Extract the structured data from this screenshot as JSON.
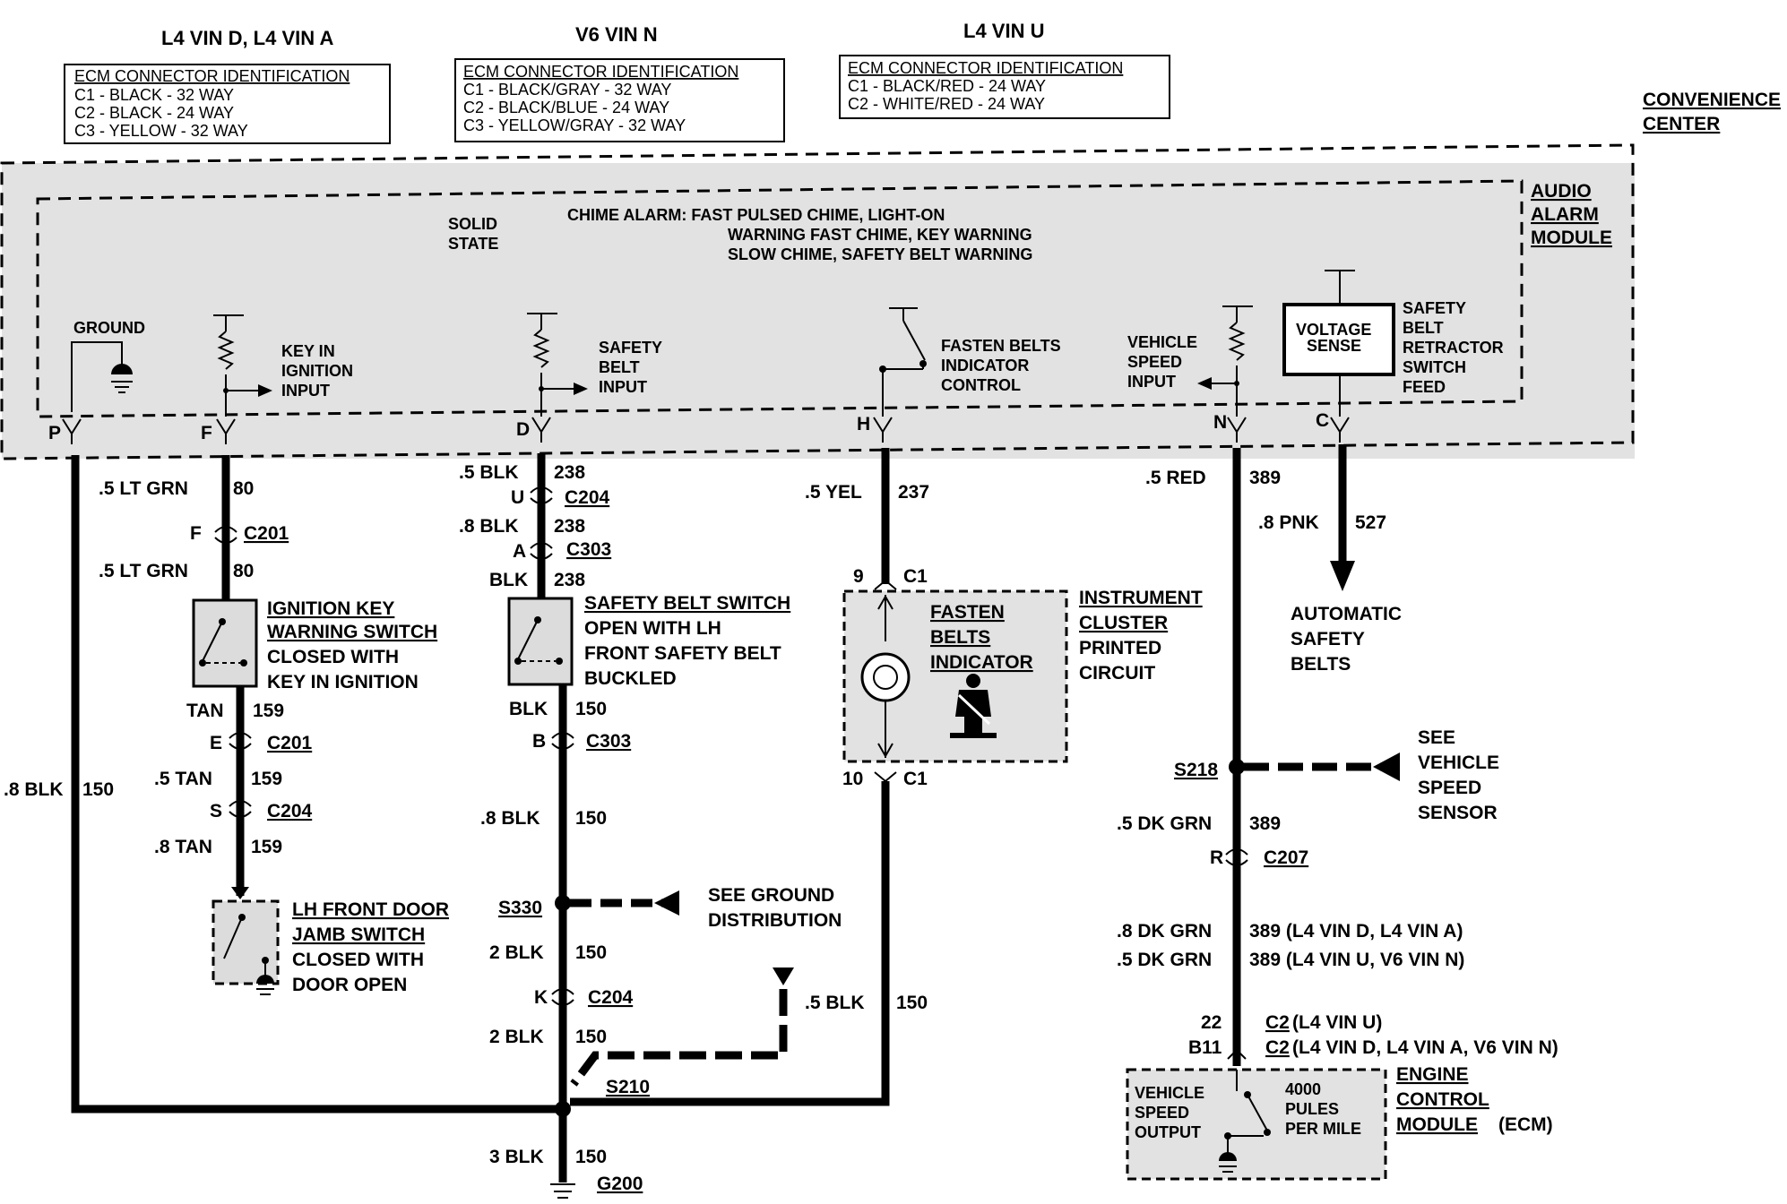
{
  "headers": {
    "l4_vin_d_a": "L4 VIN D, L4 VIN A",
    "v6_vin_n": "V6 VIN N",
    "l4_vin_u": "L4 VIN U"
  },
  "ecm_boxes": [
    {
      "title": "ECM CONNECTOR IDENTIFICATION",
      "lines": [
        "C1 - BLACK - 32 WAY",
        "C2 - BLACK - 24 WAY",
        "C3 - YELLOW - 32 WAY"
      ]
    },
    {
      "title": "ECM CONNECTOR IDENTIFICATION",
      "lines": [
        "C1 - BLACK/GRAY - 32 WAY",
        "C2 - BLACK/BLUE - 24 WAY",
        "C3 - YELLOW/GRAY - 32 WAY"
      ]
    },
    {
      "title": "ECM CONNECTOR IDENTIFICATION",
      "lines": [
        "C1 - BLACK/RED - 24 WAY",
        "C2 - WHITE/RED - 24 WAY"
      ]
    }
  ],
  "convenience_center": [
    "CONVENIENCE",
    "CENTER"
  ],
  "audio_alarm_module": [
    "AUDIO",
    "ALARM",
    "MODULE"
  ],
  "solid_state": [
    "SOLID",
    "STATE"
  ],
  "chime_alarm": [
    "CHIME ALARM:  FAST PULSED CHIME, LIGHT-ON",
    "WARNING FAST CHIME, KEY WARNING",
    "SLOW CHIME, SAFETY BELT WARNING"
  ],
  "module_labels": {
    "ground": "GROUND",
    "key_in_ignition": [
      "KEY IN",
      "IGNITION",
      "INPUT"
    ],
    "safety_belt_input": [
      "SAFETY",
      "BELT",
      "INPUT"
    ],
    "fasten_belts_control": [
      "FASTEN BELTS",
      "INDICATOR",
      "CONTROL"
    ],
    "vehicle_speed_input": [
      "VEHICLE",
      "SPEED",
      "INPUT"
    ],
    "voltage_sense": [
      "VOLTAGE",
      "SENSE"
    ],
    "retractor_feed": [
      "SAFETY",
      "BELT",
      "RETRACTOR",
      "SWITCH",
      "FEED"
    ]
  },
  "pins": {
    "p": "P",
    "f": "F",
    "d": "D",
    "h": "H",
    "n": "N",
    "c": "C"
  },
  "wires": {
    "w80a": ".5 LT GRN",
    "c80a": "80",
    "w80b": ".5 LT GRN",
    "c80b": "80",
    "w159a": "TAN",
    "c159a": "159",
    "w159b": ".5 TAN",
    "c159b": "159",
    "w159c": ".8 TAN",
    "c159c": "159",
    "w150p": ".8 BLK",
    "c150p": "150",
    "w238a": ".5 BLK",
    "c238a": "238",
    "w238b": ".8 BLK",
    "c238b": "238",
    "w238c": "BLK",
    "c238c": "238",
    "w150a": "BLK",
    "c150a": "150",
    "w150b": ".8 BLK",
    "c150b": "150",
    "w150c": "2 BLK",
    "c150c": "150",
    "w150d": "2 BLK",
    "c150d": "150",
    "w150e": "3 BLK",
    "c150e": "150",
    "w150h": ".5 BLK",
    "c150h": "150",
    "w237": ".5 YEL",
    "c237": "237",
    "w389a": ".5  RED",
    "c389a": "389",
    "w389b": ".5 DK GRN",
    "c389b": "389",
    "w389c": ".8 DK GRN",
    "c389c": "389 (L4 VIN D, L4 VIN A)",
    "w389d": ".5 DK GRN",
    "c389d": "389 (L4 VIN U, V6 VIN N)",
    "w527": ".8 PNK",
    "c527": "527"
  },
  "connectors": {
    "f_c201": {
      "pin": "F",
      "name": "C201"
    },
    "e_c201": {
      "pin": "E",
      "name": "C201"
    },
    "s_c204": {
      "pin": "S",
      "name": "C204"
    },
    "u_c204": {
      "pin": "U",
      "name": "C204"
    },
    "a_c303": {
      "pin": "A",
      "name": "C303"
    },
    "b_c303": {
      "pin": "B",
      "name": "C303"
    },
    "k_c204": {
      "pin": "K",
      "name": "C204"
    },
    "c1_top": {
      "pin": "9",
      "name": "C1"
    },
    "c1_bot": {
      "pin": "10",
      "name": "C1"
    },
    "r_c207": {
      "pin": "R",
      "name": "C207"
    },
    "c2_u": {
      "pin": "22",
      "name": "C2",
      "note": "(L4 VIN U)"
    },
    "c2_d": {
      "pin": "B11",
      "name": "C2",
      "note": "(L4 VIN D, L4 VIN A, V6 VIN N)"
    }
  },
  "components": {
    "ignition_key_switch": [
      "IGNITION KEY",
      "WARNING SWITCH",
      "CLOSED WITH",
      "KEY IN IGNITION"
    ],
    "safety_belt_switch": [
      "SAFETY BELT SWITCH",
      "OPEN WITH LH",
      "FRONT SAFETY BELT",
      "BUCKLED"
    ],
    "fasten_belts_indicator": [
      "FASTEN",
      "BELTS",
      "INDICATOR"
    ],
    "instrument_cluster": [
      "INSTRUMENT",
      "CLUSTER",
      "PRINTED",
      "CIRCUIT"
    ],
    "automatic_safety_belts": [
      "AUTOMATIC",
      "SAFETY",
      "BELTS"
    ],
    "lh_door_jamb": [
      "LH FRONT DOOR",
      "JAMB SWITCH",
      "CLOSED WITH",
      "DOOR OPEN"
    ],
    "see_vss": [
      "SEE",
      "VEHICLE",
      "SPEED",
      "SENSOR"
    ],
    "see_ground": [
      "SEE GROUND",
      "DISTRIBUTION"
    ],
    "vss_output": [
      "VEHICLE",
      "SPEED",
      "OUTPUT"
    ],
    "pulses": [
      "4000",
      "PULES",
      "PER MILE"
    ],
    "ecm": [
      "ENGINE",
      "CONTROL",
      "MODULE",
      "(ECM)"
    ]
  },
  "splices": {
    "s330": "S330",
    "s210": "S210",
    "s218": "S218",
    "g200": "G200"
  }
}
